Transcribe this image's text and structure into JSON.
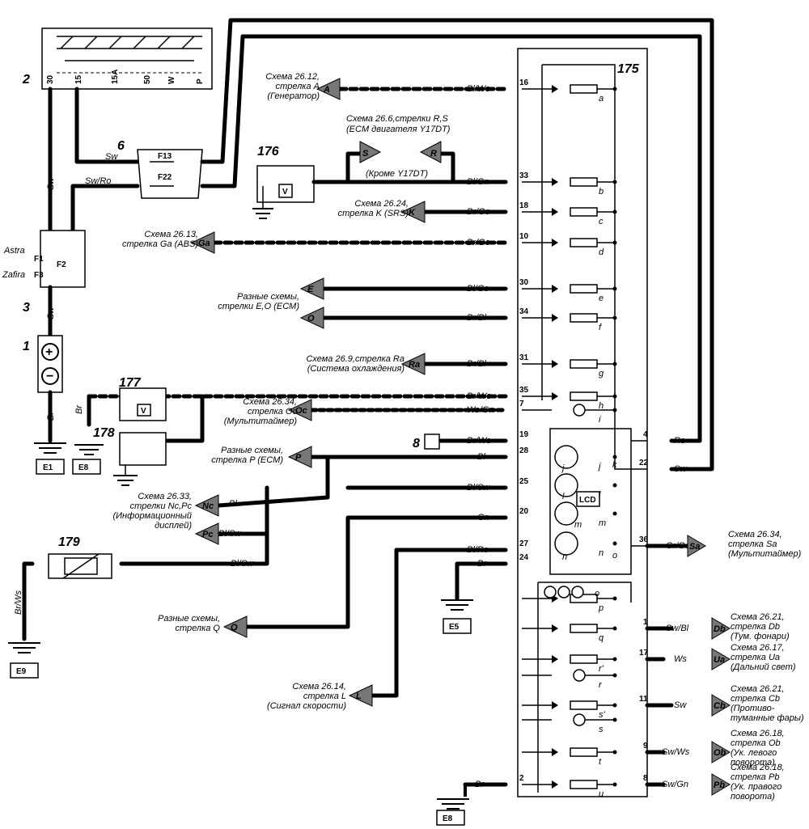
{
  "components": {
    "ignition_switch": {
      "num": "2",
      "terminals": [
        "30",
        "15",
        "15A",
        "50",
        "W",
        "P"
      ]
    },
    "fuse_box": {
      "num": "6",
      "fuses": [
        "F13",
        "F22"
      ]
    },
    "main_fuses": {
      "num": "3",
      "fuses": [
        "F1",
        "F2",
        "F3"
      ],
      "variants": [
        "Astra",
        "Zafira"
      ]
    },
    "battery": {
      "num": "1"
    },
    "c176": {
      "num": "176"
    },
    "c177": {
      "num": "177"
    },
    "c178": {
      "num": "178"
    },
    "c179": {
      "num": "179"
    },
    "c8": {
      "num": "8"
    },
    "cluster": {
      "num": "175",
      "lcd": "LCD"
    }
  },
  "wire_colors": {
    "sw": "Sw",
    "swro": "Sw/Ro",
    "br": "Br",
    "blws": "Bl/Ws",
    "blgn": "Bl/Gn",
    "brge": "Br/Ge",
    "blge": "Bl/Ge",
    "brbl": "Br/Bl",
    "brws": "Br/Ws",
    "wsgn": "Ws/Gn",
    "bl": "Bl",
    "blsw": "Bl/Sw",
    "gn": "Gn",
    "blro": "Bl/Ro",
    "ro": "Ro",
    "grge": "Gr/Ge",
    "swbl": "Sw/Bl",
    "ws": "Ws",
    "swws": "Sw/Ws",
    "swgn": "Sw/Gn"
  },
  "left_pins": [
    "16",
    "33",
    "18",
    "10",
    "30",
    "34",
    "31",
    "35",
    "7",
    "19",
    "28",
    "25",
    "20",
    "27",
    "24",
    "2"
  ],
  "right_pins": [
    "4",
    "22",
    "36",
    "1",
    "17",
    "11",
    "9",
    "8"
  ],
  "internal_letters": [
    "a",
    "b",
    "c",
    "d",
    "e",
    "f",
    "g",
    "h",
    "i",
    "j",
    "k",
    "l",
    "m",
    "n",
    "o",
    "p",
    "q",
    "r'",
    "r",
    "s'",
    "s",
    "t",
    "u"
  ],
  "grounds": [
    "E1",
    "E8",
    "E5",
    "E9",
    "E8"
  ],
  "refs": {
    "r1": [
      "Схема 26.12,",
      "стрелка A",
      "(Генератор)"
    ],
    "r2": [
      "Схема 26.6,стрелки R,S",
      "(ECM двигателя Y17DT)"
    ],
    "r2b": "(Кроме Y17DT)",
    "r3": [
      "Схема 26.24,",
      "стрелка K (SRS)"
    ],
    "r4": [
      "Схема 26.13,",
      "стрелка Ga (ABS)"
    ],
    "r5": [
      "Разные схемы,",
      "стрелки E,O (ECM)"
    ],
    "r6": [
      "Схема 26.9,стрелка Ra",
      "(Система охлаждения)"
    ],
    "r7": [
      "Схема 26.34,",
      "стрелка Oc",
      "(Мультитаймер)"
    ],
    "r8": [
      "Разные схемы,",
      "стрелка P (ECM)"
    ],
    "r9": [
      "Схема 26.33,",
      "стрелки Nc,Pc",
      "(Информационный",
      "дисплей)"
    ],
    "r10": [
      "Разные схемы,",
      "стрелка Q"
    ],
    "r11": [
      "Схема 26.14,",
      "стрелка L",
      "(Сигнал скорости)"
    ],
    "r12": [
      "Схема 26.34,",
      "стрелка Sa",
      "(Мультитаймер)"
    ],
    "r13": [
      "Схема 26.21,",
      "стрелка Db",
      "(Тум. фонари)"
    ],
    "r14": [
      "Схема 26.17,",
      "стрелка Ua",
      "(Дальний свет)"
    ],
    "r15": [
      "Схема 26.21,",
      "стрелка Cb",
      "(Противо-",
      "туманные фары)"
    ],
    "r16": [
      "Схема 26.18,",
      "стрелка Ob",
      "(Ук. левого",
      "поворота)"
    ],
    "r17": [
      "Схема 26.18,",
      "стрелка Pb",
      "(Ук. правого",
      "поворота)"
    ]
  },
  "arrows": [
    "A",
    "S",
    "R",
    "K",
    "Ga",
    "E",
    "O",
    "Ra",
    "Oc",
    "P",
    "Nc",
    "Pc",
    "Q",
    "L",
    "Sa",
    "Db",
    "Ua",
    "Cb",
    "Ob",
    "Pb",
    "V",
    "V"
  ]
}
